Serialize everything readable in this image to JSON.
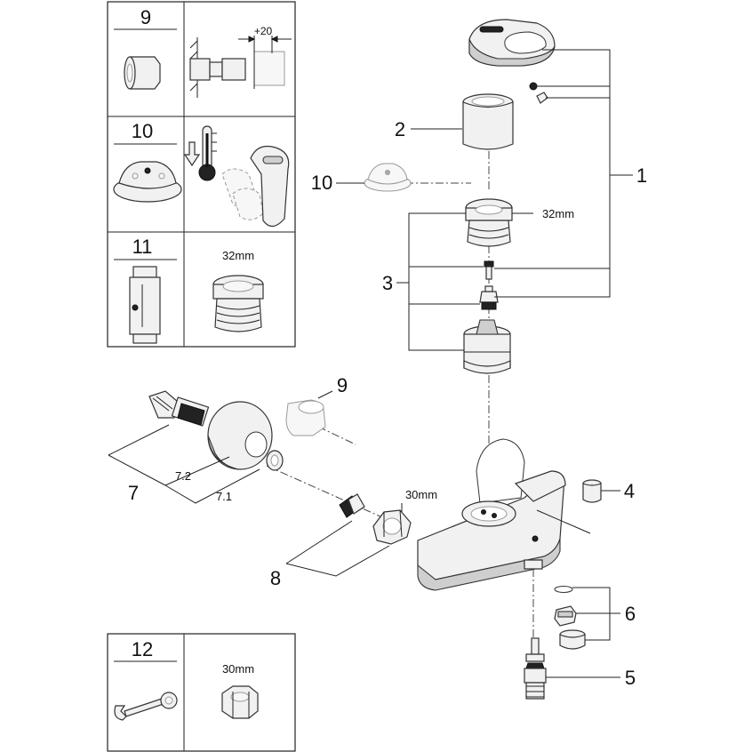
{
  "labels": {
    "p1": "1",
    "p2": "2",
    "p3": "3",
    "p4": "4",
    "p5": "5",
    "p6": "6",
    "p7": "7",
    "p7_1": "7.1",
    "p7_2": "7.2",
    "p8": "8",
    "p9": "9",
    "p10": "10"
  },
  "dimensions": {
    "cartridge_nut": "32mm",
    "nut": "30mm"
  },
  "inset_panels": {
    "panel_9": {
      "number": "9",
      "dimension": "+20"
    },
    "panel_10": {
      "number": "10"
    },
    "panel_11": {
      "number": "11",
      "dimension": "32mm"
    },
    "panel_12": {
      "number": "12",
      "dimension": "30mm"
    }
  },
  "icons": [
    "extension-icon",
    "thermometer-icon",
    "wrench-icon",
    "cartridge-nut-icon",
    "hex-nut-icon"
  ]
}
